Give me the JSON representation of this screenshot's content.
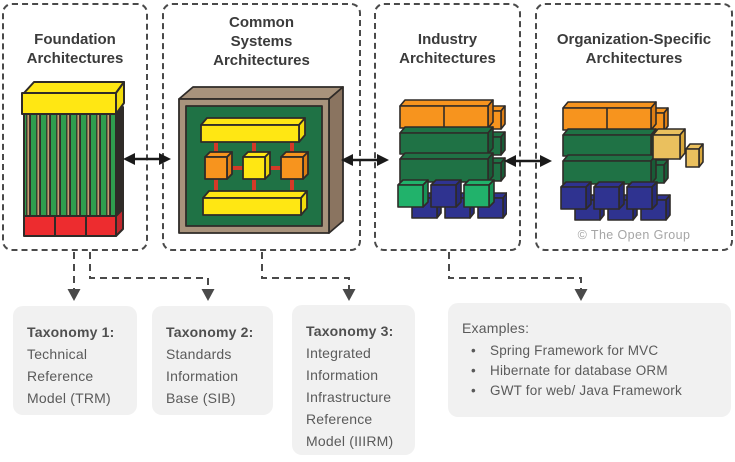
{
  "colors": {
    "dashed_border": "#4a4a4a",
    "yellow": "#FFE713",
    "orange": "#F7941E",
    "red": "#ED2C2F",
    "board_green": "#1F7245",
    "column_green": "#2F9E4E",
    "light_green": "#21B26B",
    "blue": "#2F3390",
    "brown": "#A8937C",
    "gold": "#EAC05E",
    "gray_box_bg": "#F1F1F1",
    "title_text": "#3B3B3B",
    "body_text": "#5A5A5A"
  },
  "architecture_boxes": [
    {
      "title": "Foundation Architectures"
    },
    {
      "title": "Common Systems Architectures"
    },
    {
      "title": "Industry Architectures"
    },
    {
      "title": "Organization-Specific Architectures"
    }
  ],
  "copyright": "© The Open Group",
  "taxonomies": [
    {
      "heading": "Taxonomy 1:",
      "body": "Technical Reference Model (TRM)"
    },
    {
      "heading": "Taxonomy 2:",
      "body": "Standards Information Base (SIB)"
    },
    {
      "heading": "Taxonomy 3:",
      "body": "Integrated Information Infrastructure Reference Model (IIIRM)"
    }
  ],
  "examples": {
    "heading": "Examples:",
    "items": [
      "Spring Framework for MVC",
      "Hibernate for database ORM",
      "GWT for web/ Java Framework"
    ]
  }
}
